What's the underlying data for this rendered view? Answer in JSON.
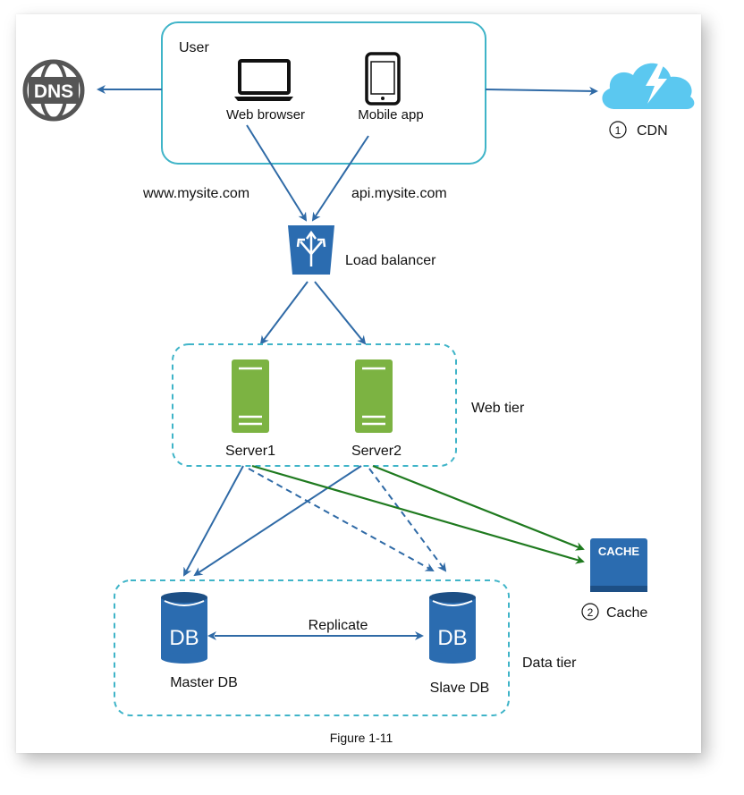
{
  "user_box": {
    "title": "User",
    "web_browser": "Web browser",
    "mobile_app": "Mobile app"
  },
  "dns": {
    "text": "DNS"
  },
  "cdn": {
    "number": "1",
    "label": "CDN"
  },
  "urls": {
    "web": "www.mysite.com",
    "api": "api.mysite.com"
  },
  "load_balancer": {
    "label": "Load balancer"
  },
  "web_tier": {
    "label": "Web tier",
    "server1": "Server1",
    "server2": "Server2"
  },
  "data_tier": {
    "label": "Data tier",
    "master_label": "Master DB",
    "slave_label": "Slave DB",
    "db_icon_text": "DB",
    "replicate": "Replicate"
  },
  "cache": {
    "icon_text": "CACHE",
    "number": "2",
    "label": "Cache"
  },
  "caption": "Figure 1-11",
  "colors": {
    "arrow_blue": "#2f6aa6",
    "arrow_green": "#1f7a1f",
    "box_border": "#3fb4c8",
    "server_green": "#7cb342",
    "db_blue": "#2b6cb0",
    "cdn_cloud": "#5bc8f0"
  }
}
